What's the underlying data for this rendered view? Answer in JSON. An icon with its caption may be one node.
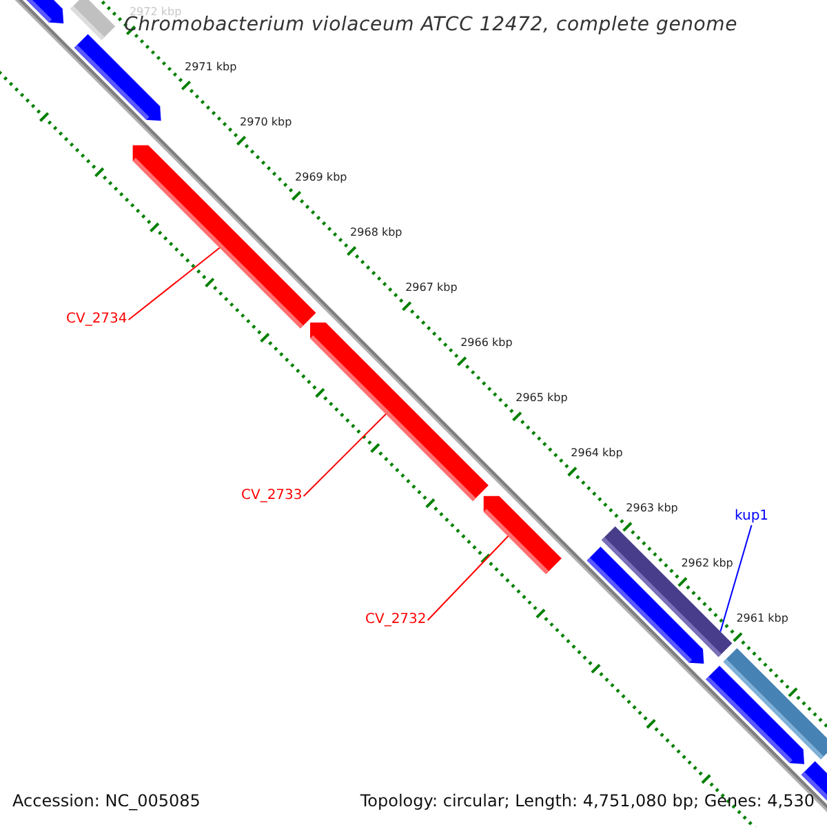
{
  "diagram": {
    "title": "Chromobacterium violaceum ATCC 12472, complete genome",
    "nodes": [
      {
        "text": [],
        "shape": "arrow"
      },
      {
        "text": [],
        "shape": "arrow"
      },
      {
        "text": [],
        "shape": "arrow"
      },
      {
        "text": [],
        "shape": "arrow"
      },
      {
        "text": [
          "CV_2734"
        ]
      },
      {
        "text": [],
        "shape": "arrow"
      },
      {
        "text": [
          "CV_2733"
        ]
      },
      {
        "text": [],
        "shape": "arrow"
      },
      {
        "text": [
          "CV_2732"
        ]
      },
      {
        "text": [
          "kup1"
        ]
      },
      {
        "text": [],
        "shape": "arrow"
      },
      {
        "text": [],
        "shape": "arrow"
      },
      {
        "text": [],
        "shape": "arrow"
      },
      {
        "text": [],
        "shape": "arrow"
      },
      {
        "text": [],
        "shape": "arrow"
      }
    ],
    "edges": [
      {
        "from": 4,
        "to": 3,
        "arrow": "none"
      },
      {
        "from": 6,
        "to": 5,
        "arrow": "none"
      },
      {
        "from": 8,
        "to": 7,
        "arrow": "none"
      },
      {
        "from": 9,
        "to": 10,
        "arrow": "none",
        "color": "#0000ff"
      }
    ],
    "labels": [
      "2972 kbp",
      "2971 kbp",
      "2970 kbp",
      "2969 kbp",
      "2968 kbp",
      "2967 kbp",
      "2966 kbp",
      "2965 kbp",
      "2964 kbp",
      "2963 kbp",
      "2962 kbp",
      "2961 kbp",
      "Accession: NC_005085",
      "Topology: circular; Length: 4,751,080 bp; Genes: 4,530"
    ]
  }
}
